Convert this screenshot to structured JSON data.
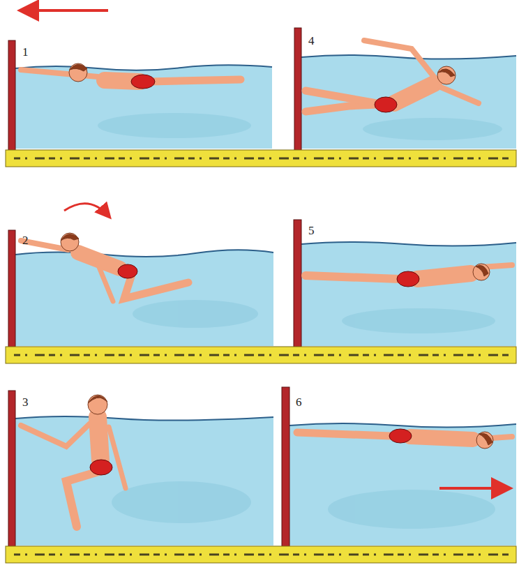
{
  "diagram": {
    "labels": [
      "1",
      "4",
      "2",
      "5",
      "3",
      "6"
    ]
  }
}
